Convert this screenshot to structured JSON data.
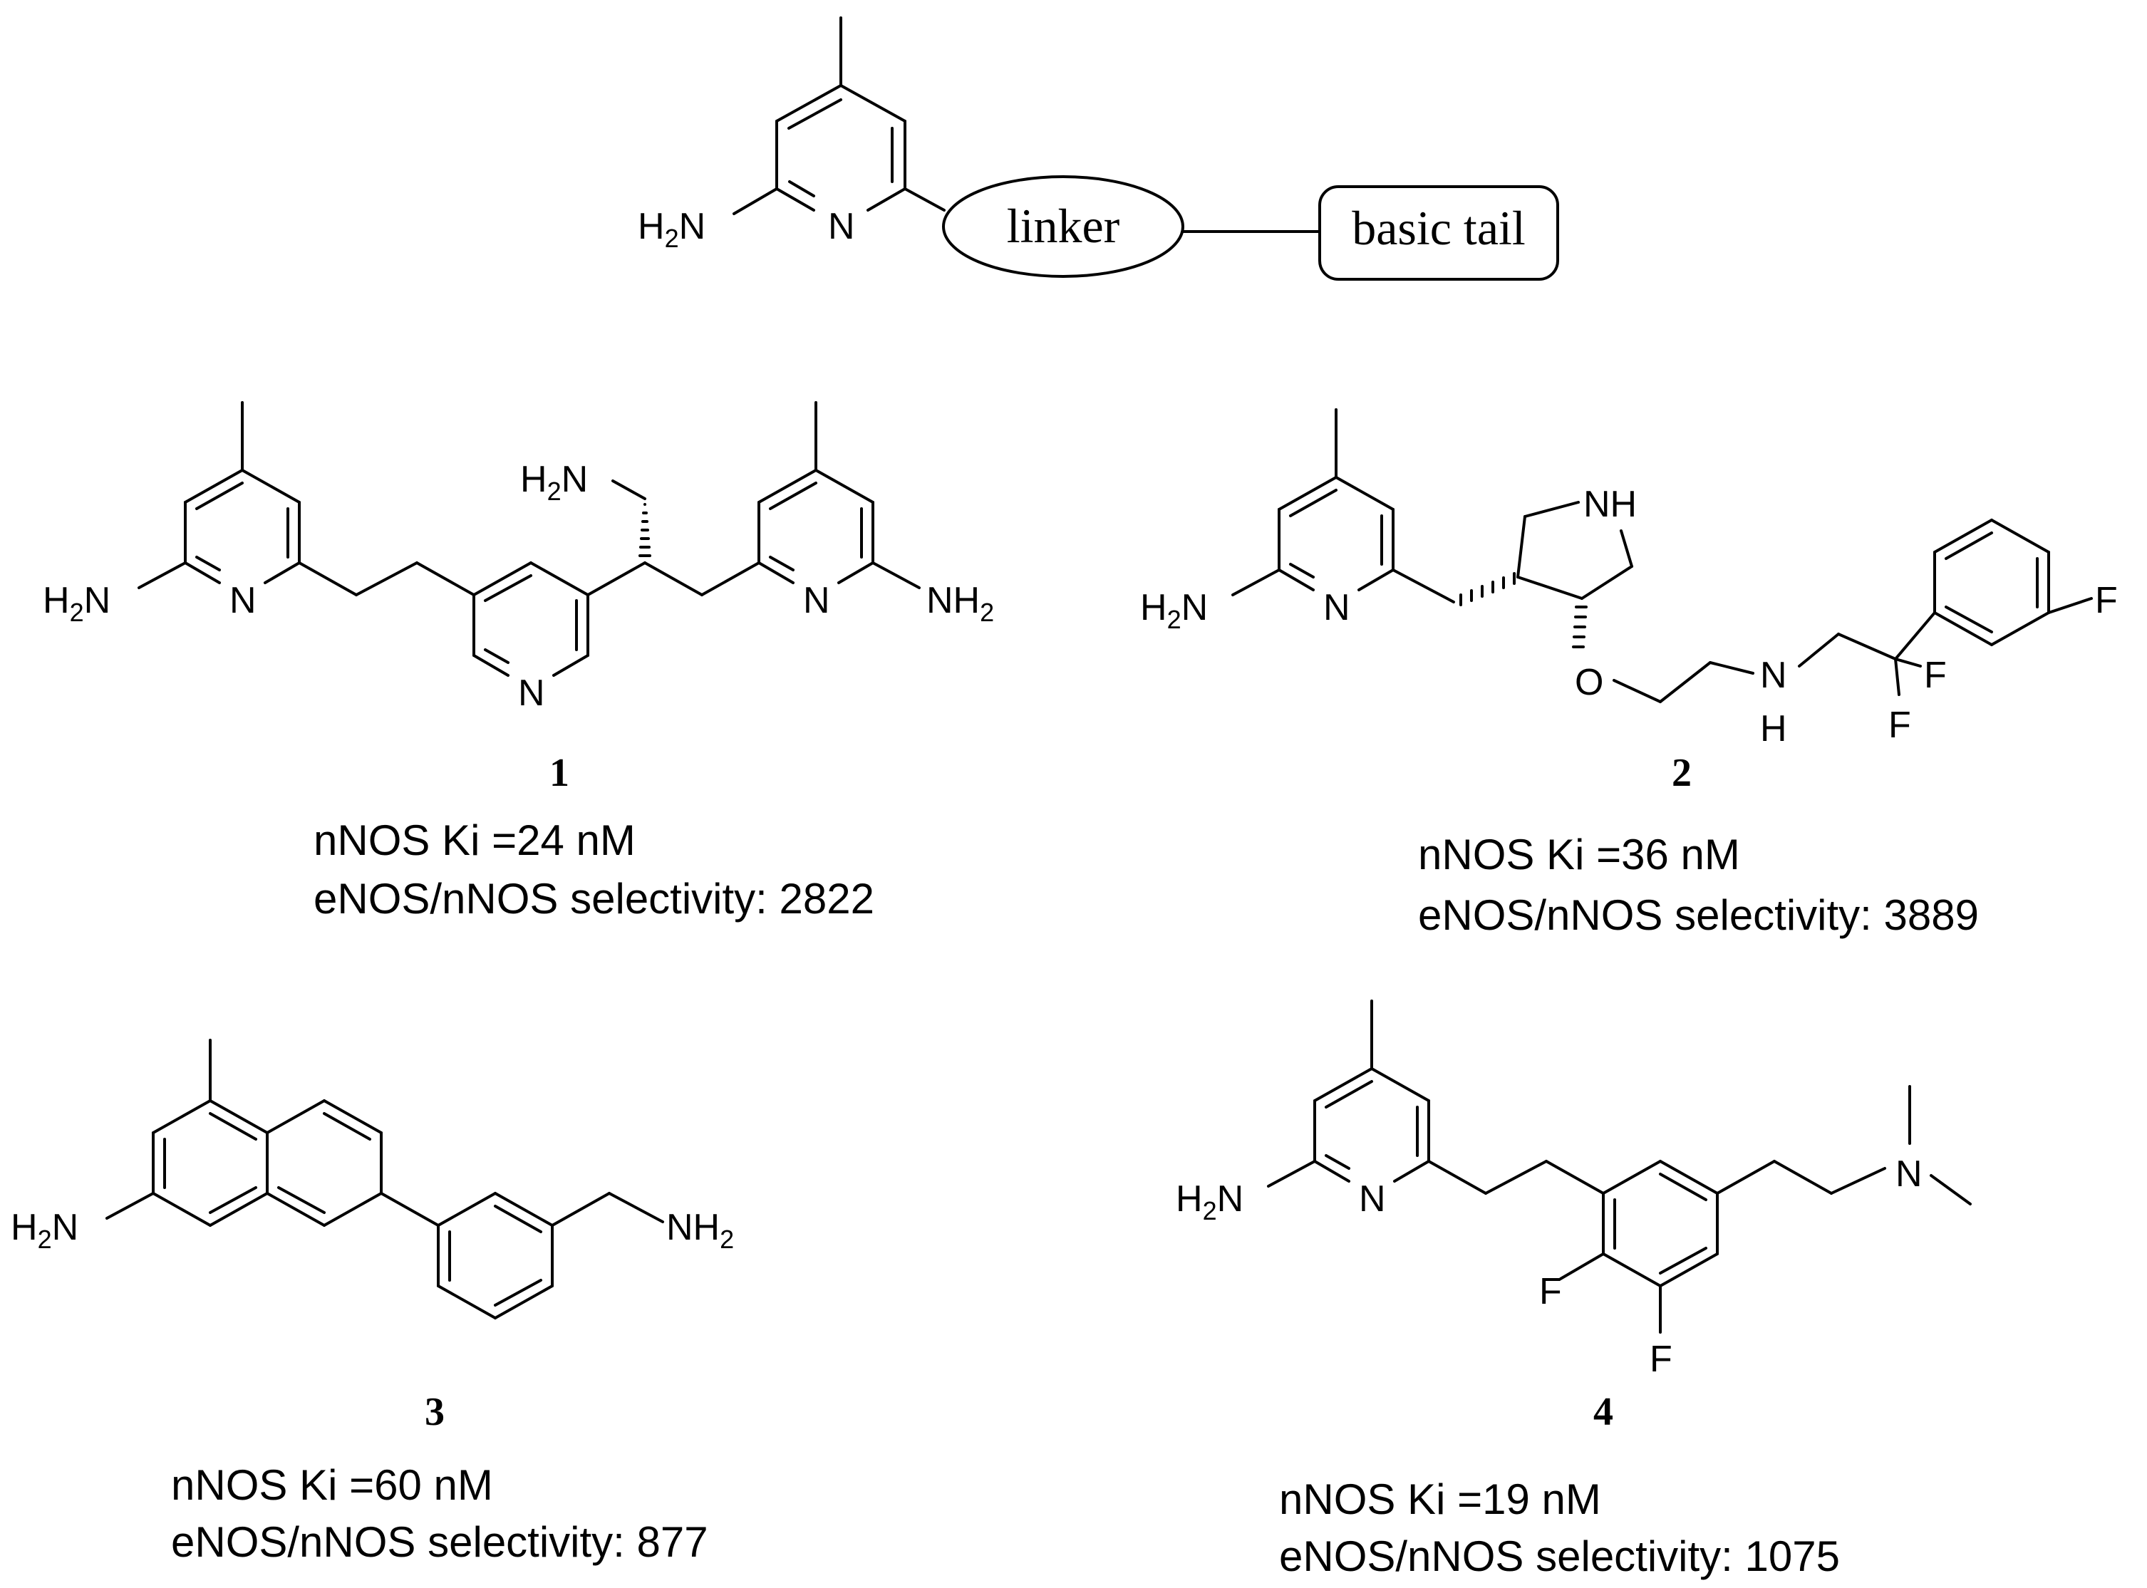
{
  "scaffold": {
    "linker_label": "linker",
    "tail_label": "basic tail",
    "amine_label": "H2N",
    "ring_n_label": "N"
  },
  "compounds": [
    {
      "number": "1",
      "ki": "nNOS Ki =24 nM",
      "selectivity": "eNOS/nNOS selectivity: 2822"
    },
    {
      "number": "2",
      "ki": "nNOS Ki =36 nM",
      "selectivity": "eNOS/nNOS selectivity: 3889"
    },
    {
      "number": "3",
      "ki": "nNOS Ki =60 nM",
      "selectivity": "eNOS/nNOS selectivity: 877"
    },
    {
      "number": "4",
      "ki": "nNOS Ki =19 nM",
      "selectivity": "eNOS/nNOS selectivity: 1075"
    }
  ],
  "atoms": {
    "N": "N",
    "H": "H",
    "O": "O",
    "F": "F",
    "NH": "NH",
    "H2": "H",
    "sub2": "2"
  }
}
